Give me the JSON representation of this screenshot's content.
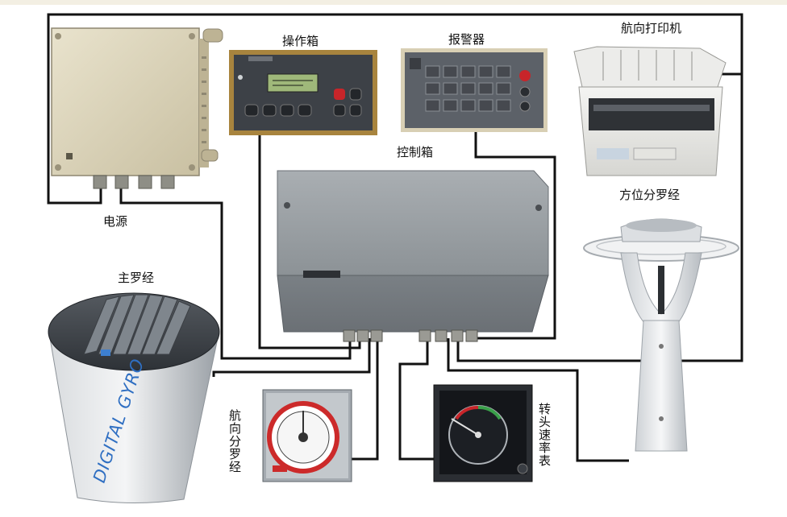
{
  "labels": {
    "power_supply": "电源",
    "operator_unit": "操作箱",
    "alarm_unit": "报警器",
    "course_printer": "航向打印机",
    "control_unit": "控制箱",
    "bearing_repeater": "方位分罗经",
    "master_compass": "主罗经",
    "heading_repeater": "航向分罗经",
    "rate_of_turn_indicator": "转头速率表"
  },
  "device_text": {
    "gyro_brand": "DIGITAL GYRO"
  },
  "colors": {
    "cable": "#111111",
    "frame_gold": "#a8843e",
    "panel_dark": "#3d4147",
    "lcd_green": "#9fb87a",
    "alarm_red": "#c8252a",
    "enclosure_beige": "#d9d2ba",
    "control_grey": "#7e8489"
  }
}
